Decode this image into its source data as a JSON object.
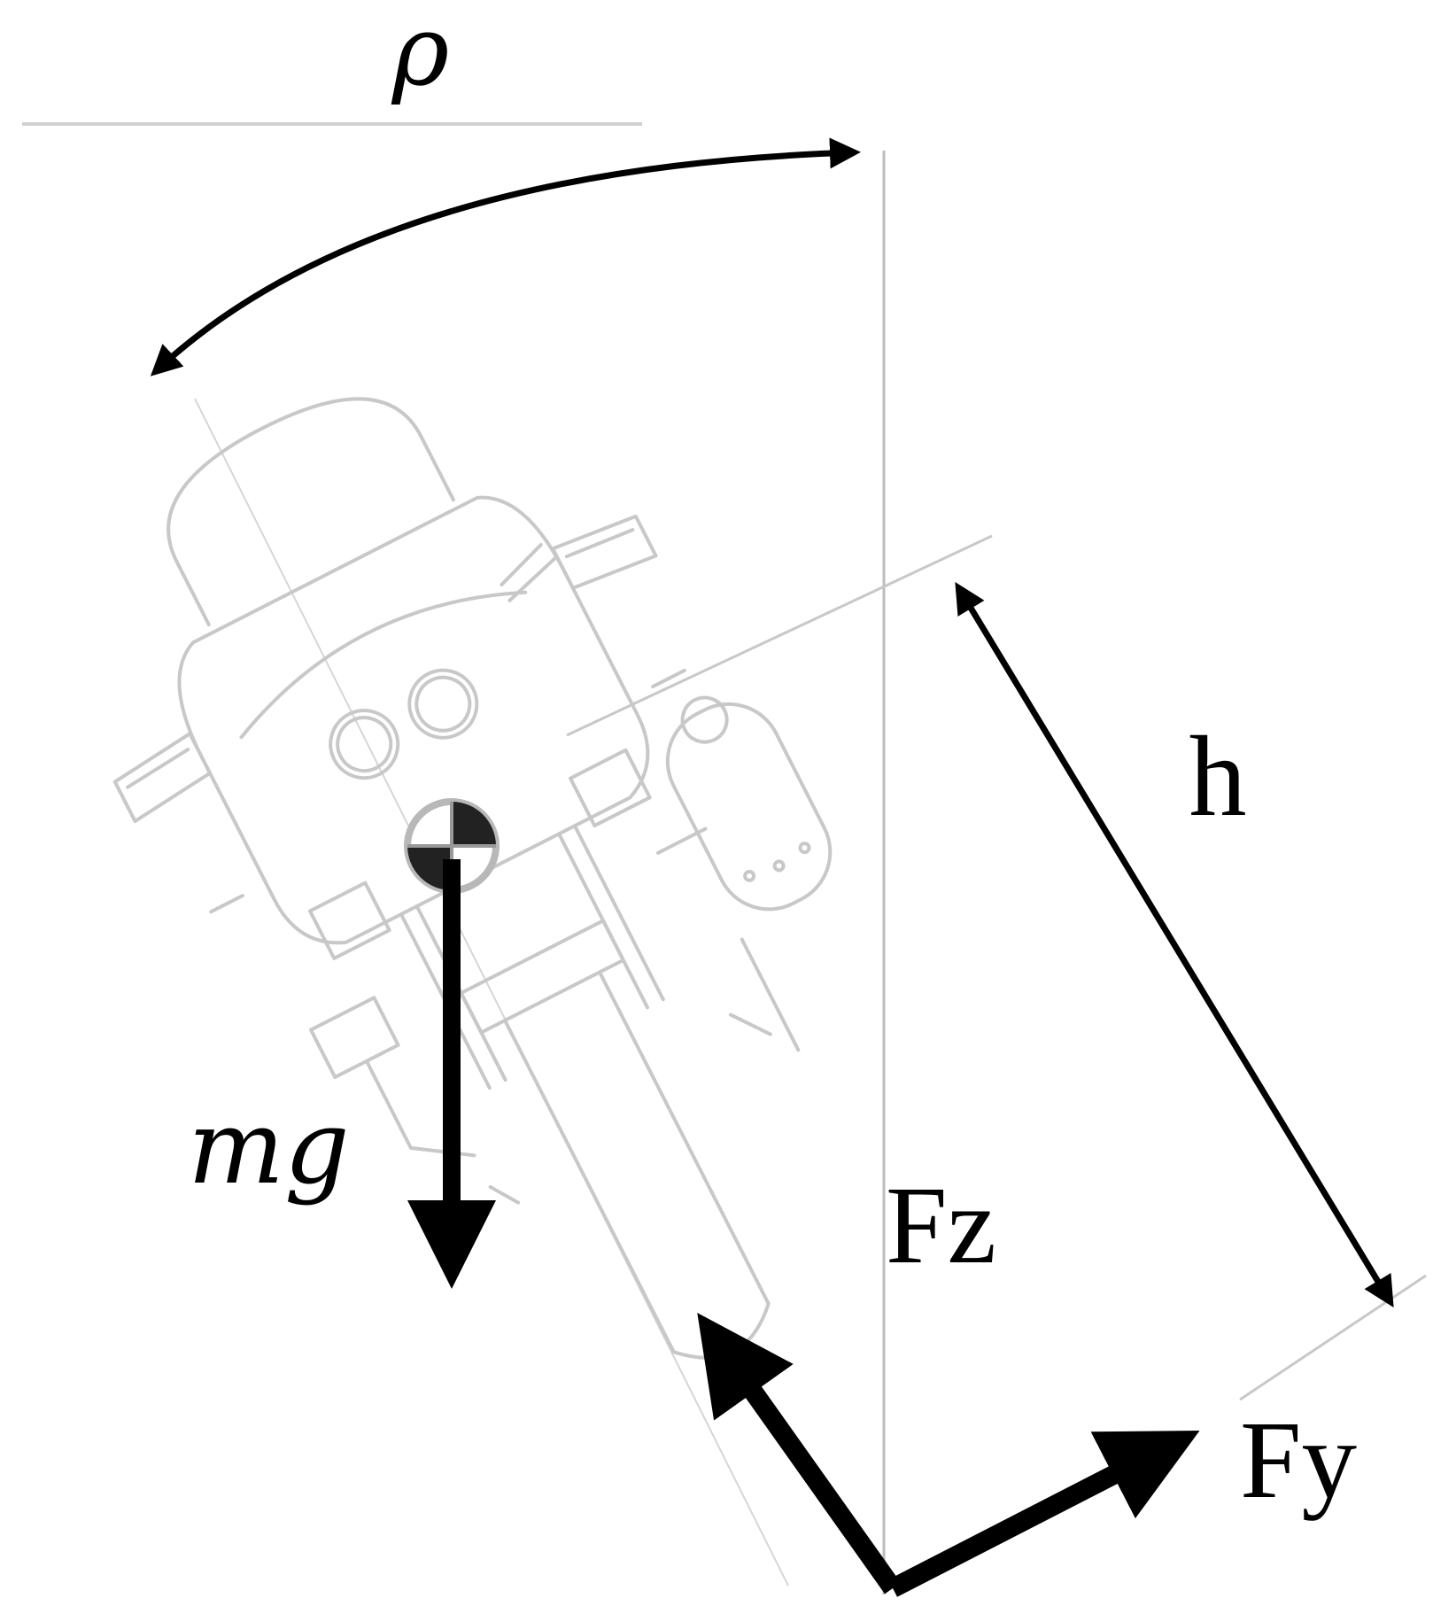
{
  "labels": {
    "rho": "ρ",
    "h": "h",
    "mg": "mg",
    "fz": "Fz",
    "fy": "Fy"
  },
  "colors": {
    "arrow": "#000000",
    "line_art": "#c8c8c8",
    "reference_line": "#bdbdbd",
    "background": "#ffffff"
  }
}
